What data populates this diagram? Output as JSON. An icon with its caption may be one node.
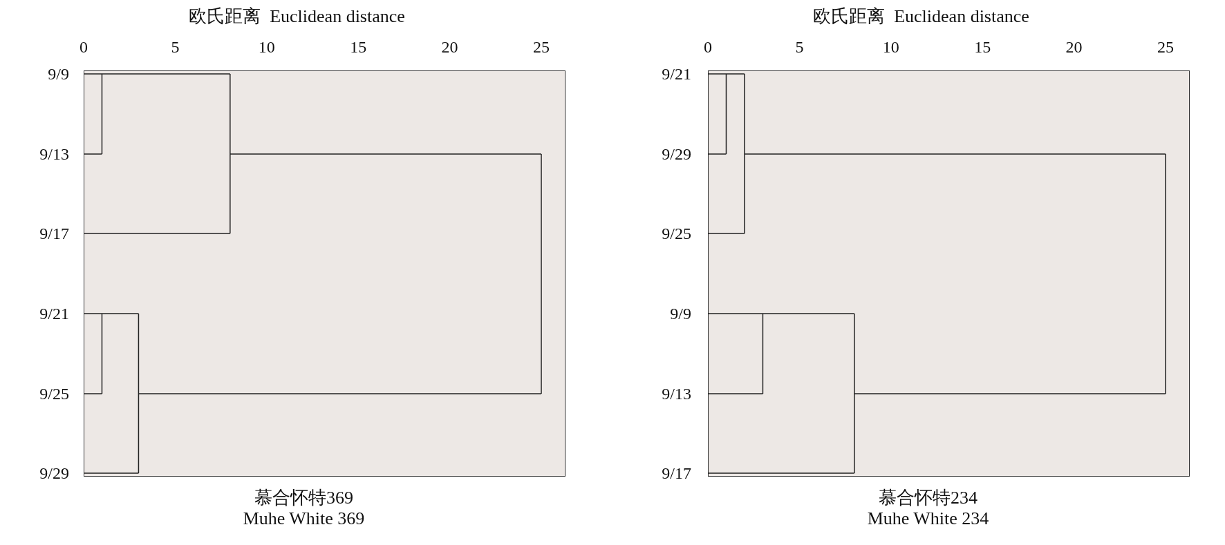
{
  "diagram": {
    "labels": [
      "欧氏距离  Euclidean distance",
      "0",
      "5",
      "10",
      "15",
      "20",
      "25",
      "9/9",
      "9/13",
      "9/17",
      "9/21",
      "9/25",
      "9/29",
      "慕合怀特369",
      "Muhe White 369",
      "欧氏距离  Euclidean distance",
      "0",
      "5",
      "10",
      "15",
      "20",
      "25",
      "9/21",
      "9/29",
      "9/25",
      "9/9",
      "9/13",
      "9/17",
      "慕合怀特234",
      "Muhe White 234"
    ]
  }
}
